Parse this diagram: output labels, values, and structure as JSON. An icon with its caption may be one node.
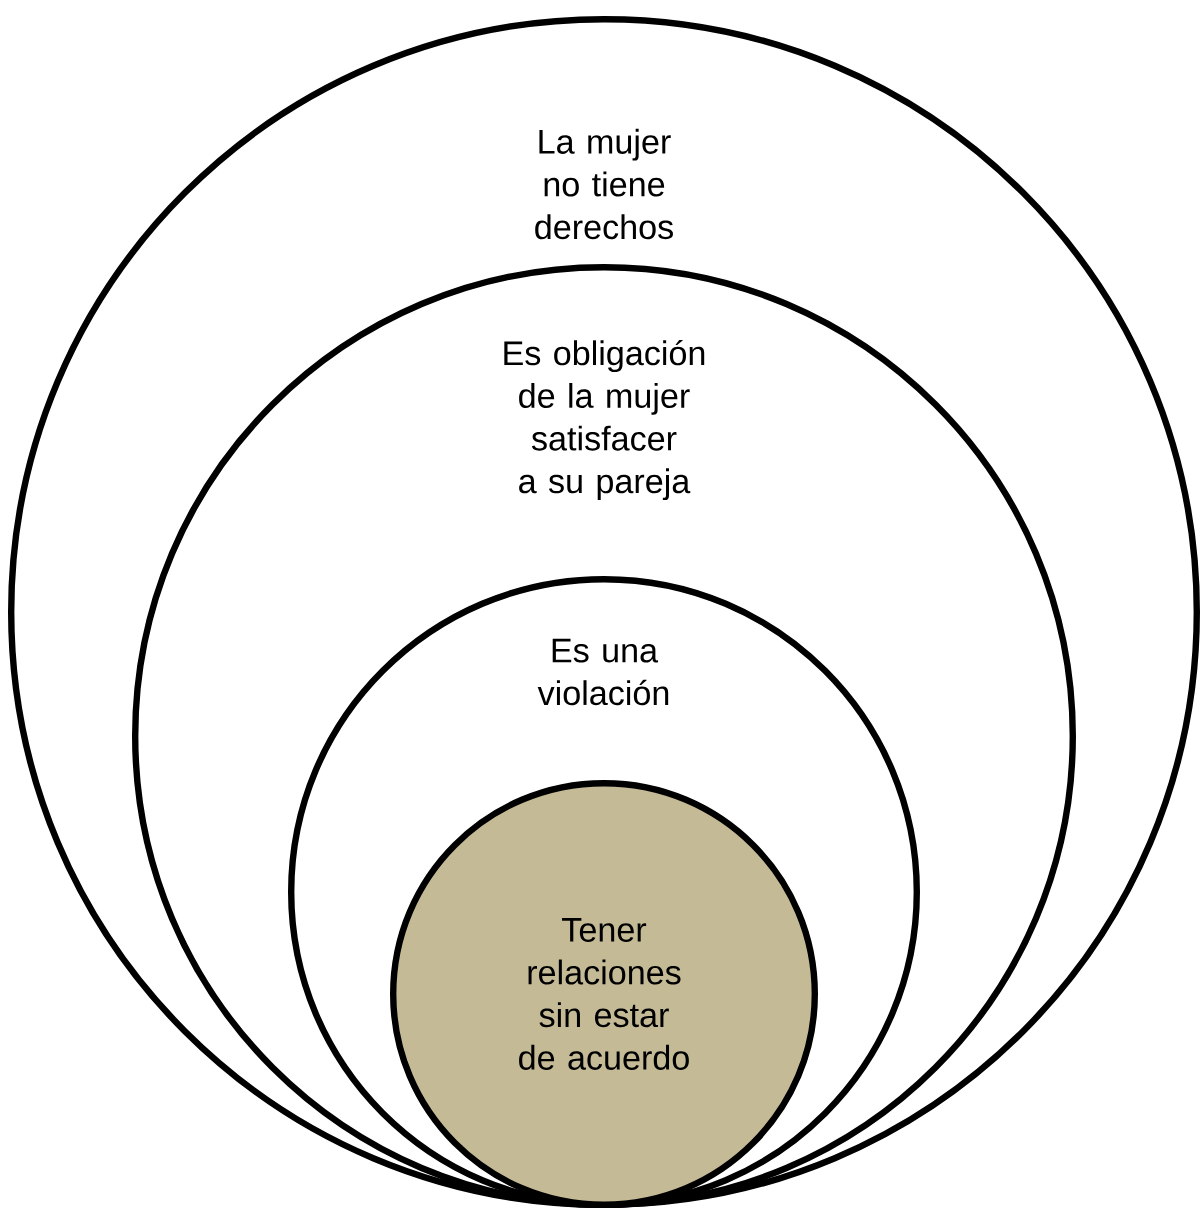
{
  "diagram": {
    "nodes": [
      {
        "text": [
          "La mujer no tiene derechos"
        ]
      },
      {
        "text": [
          "Es obligación de la mujer satisfacer a su pareja"
        ],
        "in": 0
      },
      {
        "text": [
          "Es una violación"
        ],
        "in": 1
      },
      {
        "text": [
          "Tener relaciones sin estar de acuerdo"
        ],
        "in": 2
      }
    ]
  }
}
